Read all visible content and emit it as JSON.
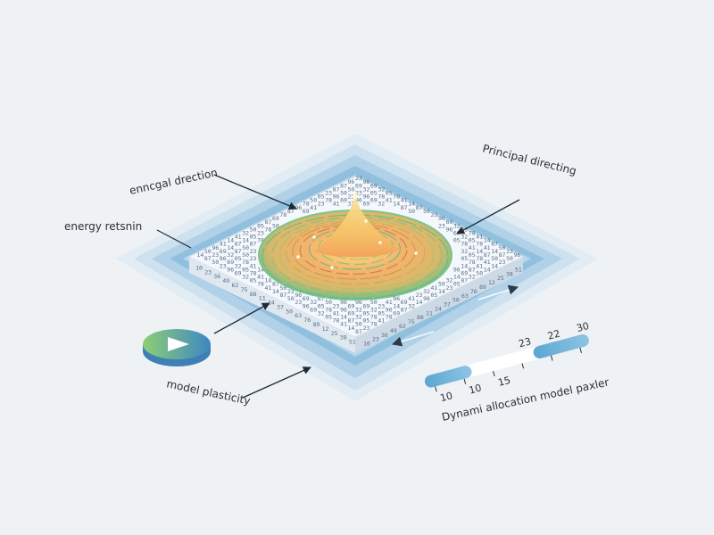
{
  "labels": {
    "top_left": "enncgal drection",
    "left": "energy retsnin",
    "top_right": "Principal directing",
    "bottom_left": "model plasticity",
    "slider_caption": "Dynami allocation model paxler"
  },
  "slider": {
    "ticks": [
      "10",
      "10",
      "15",
      "23",
      "22",
      "30"
    ]
  },
  "colors": {
    "background": "#eef2f5",
    "halo": "#7fb7d8",
    "board_top": "#f4f7fb",
    "board_side": "#d7e0ea",
    "surface_low": "#6cc08a",
    "surface_high": "#f6c66a",
    "accent": "#6ab0d8",
    "play_green": "#7cc57a",
    "play_blue": "#4a90c8"
  },
  "icons": {
    "play": "play-icon"
  }
}
